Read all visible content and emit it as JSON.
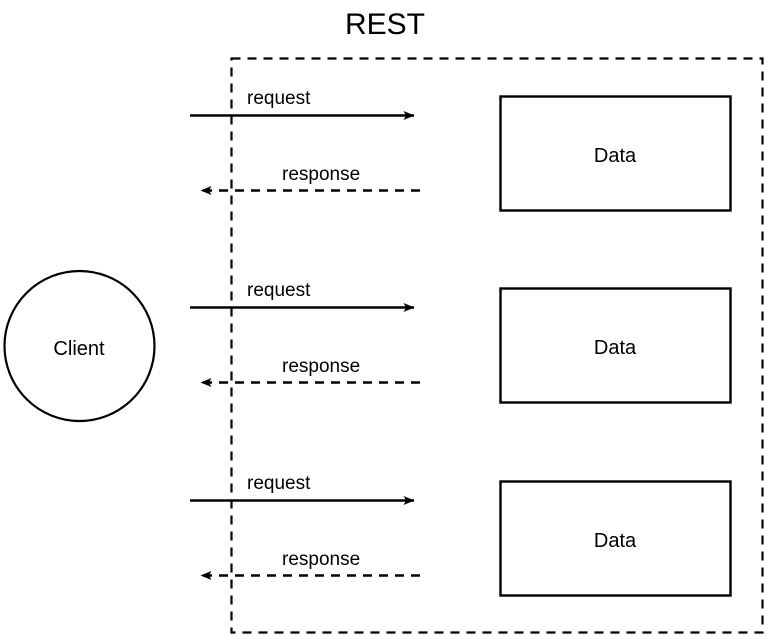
{
  "diagram": {
    "title": "REST",
    "type": "sequence-style architecture diagram",
    "background_color": "#ffffff",
    "stroke_color": "#000000",
    "boundary": {
      "name": "rest-boundary",
      "style": "dashed",
      "label": ""
    },
    "client": {
      "label": "Client",
      "shape": "circle"
    },
    "exchanges": [
      {
        "request_label": "request",
        "response_label": "response",
        "resource_label": "Data"
      },
      {
        "request_label": "request",
        "response_label": "response",
        "resource_label": "Data"
      },
      {
        "request_label": "request",
        "response_label": "response",
        "resource_label": "Data"
      }
    ]
  }
}
